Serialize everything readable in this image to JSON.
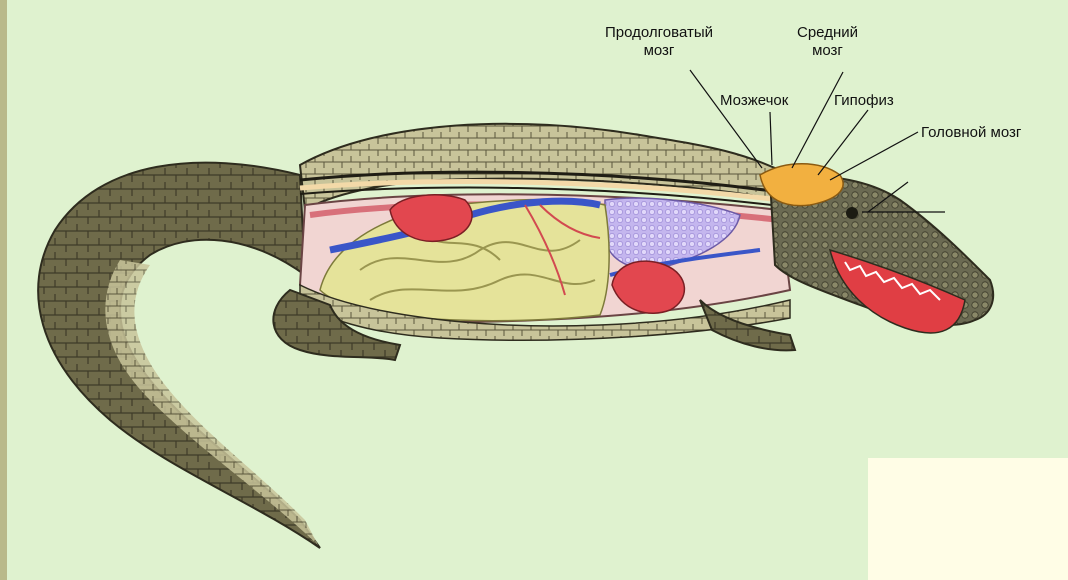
{
  "labels": {
    "medulla_line1": "Продолговатый",
    "medulla_line2": "мозг",
    "midbrain_line1": "Средний",
    "midbrain_line2": "мозг",
    "cerebellum": "Мозжечок",
    "pituitary": "Гипофиз",
    "brain": "Головной мозг"
  },
  "colors": {
    "background": "#dff2cf",
    "skin": "#6f6b4a",
    "belly_scales": "#c8c49a",
    "heart_lungs": "#e2474f",
    "liver": "#b9a9e6",
    "intestines": "#e5e39a",
    "vessels": "#3a56c8",
    "brain": "#f2b040"
  }
}
